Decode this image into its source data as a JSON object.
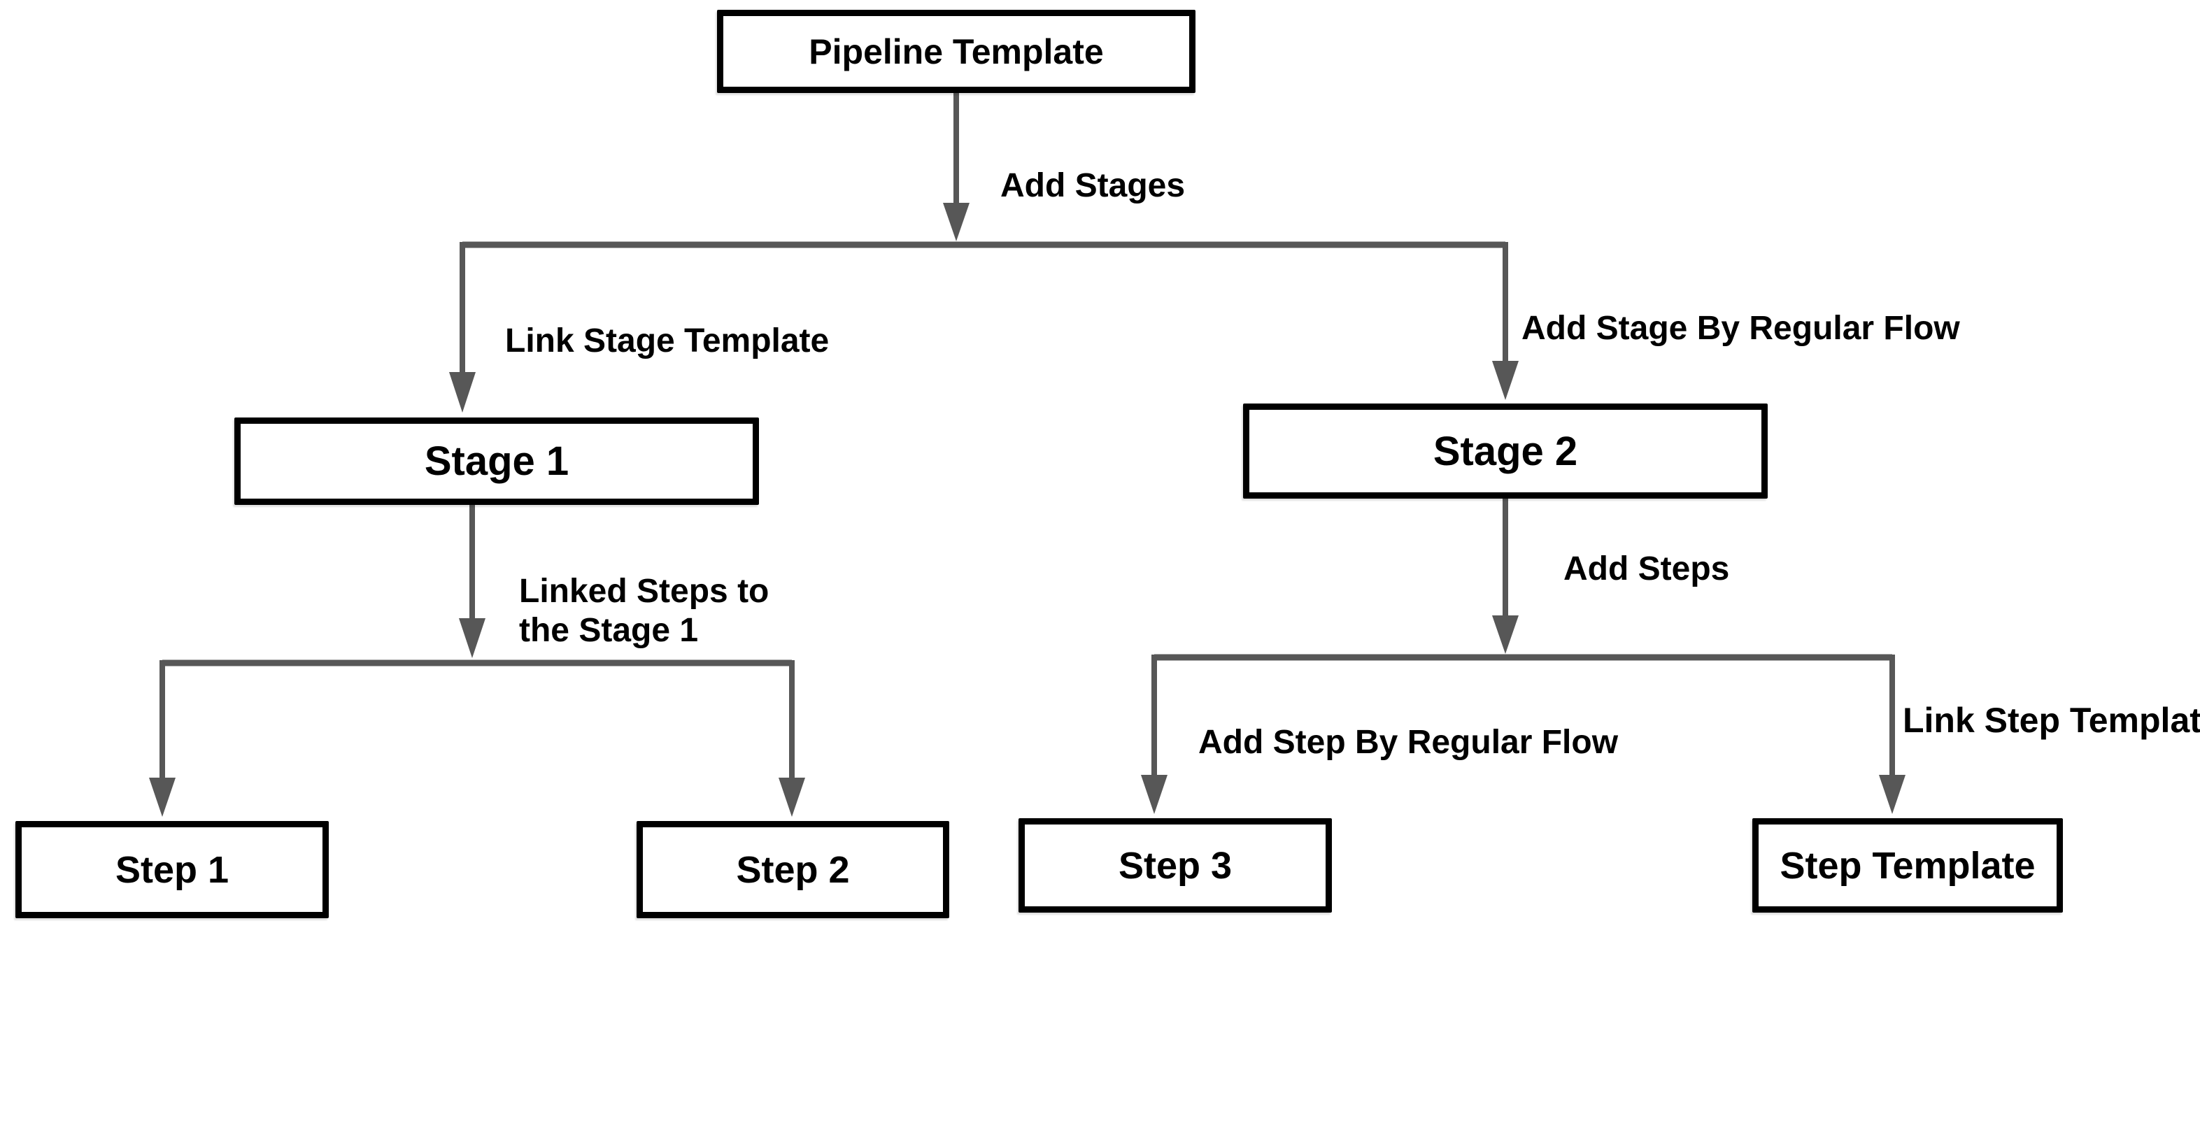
{
  "diagram": {
    "kind": "flowchart",
    "background": "#ffffff",
    "colors": {
      "connector": "#575757",
      "node_border": "#000000",
      "node_fill": "#ffffff",
      "label_text": "#000000"
    },
    "nodes": {
      "pipeline_template": {
        "label": "Pipeline Template"
      },
      "stage_1": {
        "label": "Stage 1"
      },
      "stage_2": {
        "label": "Stage 2"
      },
      "step_1": {
        "label": "Step 1"
      },
      "step_2": {
        "label": "Step 2"
      },
      "step_3": {
        "label": "Step 3"
      },
      "step_template": {
        "label": "Step Template"
      }
    },
    "edges": {
      "add_stages": {
        "label": "Add Stages",
        "from": "Pipeline Template",
        "to": "Stage 1 / Stage 2"
      },
      "link_stage_template": {
        "label": "Link Stage Template",
        "from": "Pipeline Template",
        "to": "Stage 1"
      },
      "add_stage_by_regular_flow": {
        "label": "Add Stage By Regular Flow",
        "from": "Pipeline Template",
        "to": "Stage 2"
      },
      "linked_steps": {
        "label_line1": "Linked Steps to",
        "label_line2": "the Stage 1",
        "from": "Stage 1",
        "to": "Step 1 / Step 2"
      },
      "add_steps": {
        "label": "Add Steps",
        "from": "Stage 2",
        "to": "Step 3 / Step Template"
      },
      "add_step_by_regular_flow": {
        "label": "Add Step By Regular Flow",
        "from": "Stage 2",
        "to": "Step 3"
      },
      "link_step_template": {
        "label": "Link Step Template",
        "from": "Stage 2",
        "to": "Step Template"
      }
    }
  }
}
